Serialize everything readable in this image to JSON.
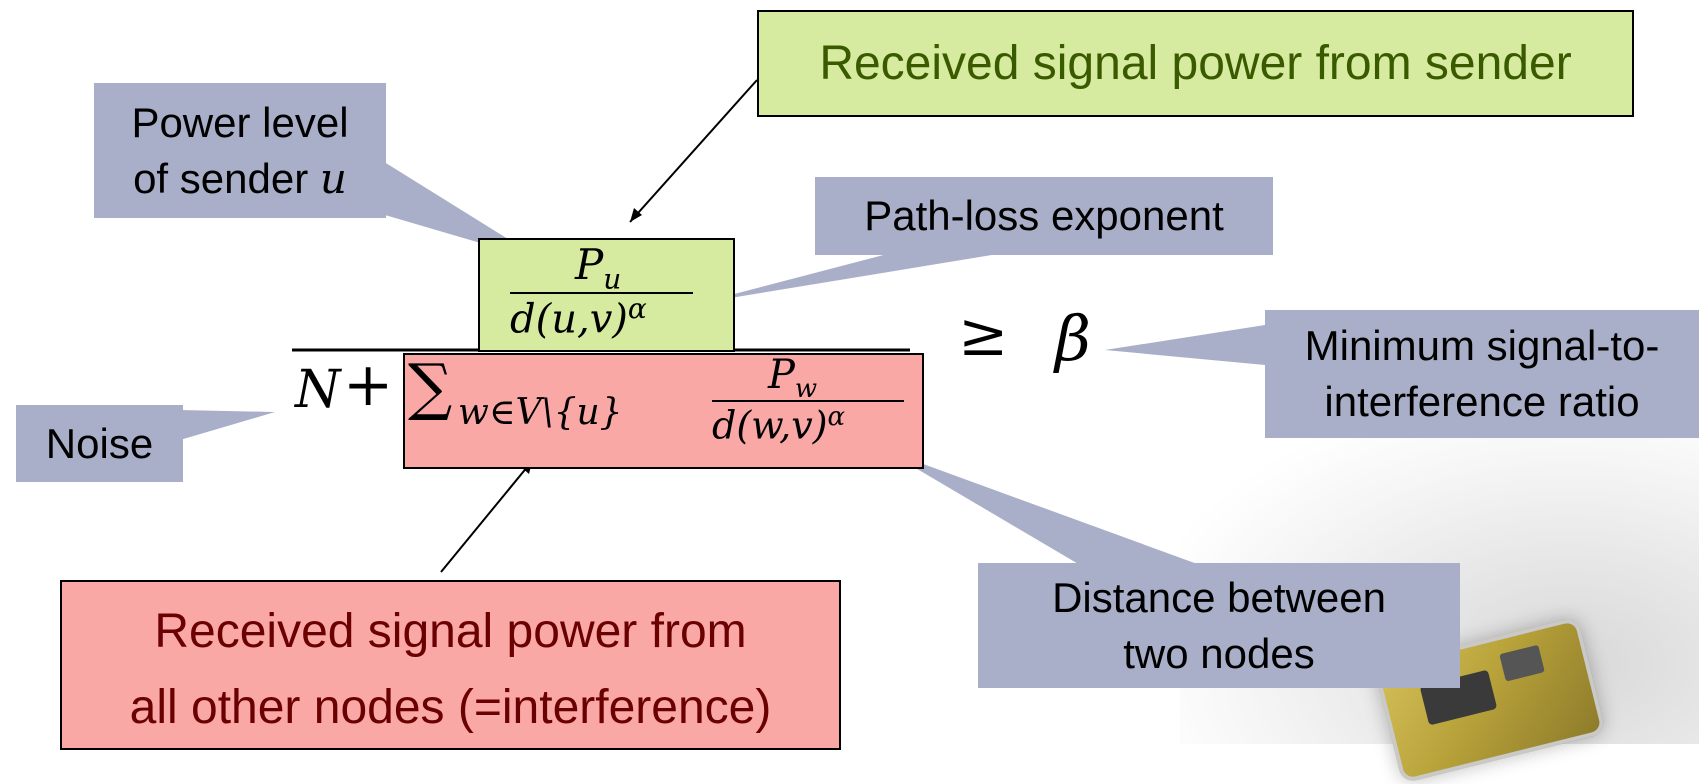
{
  "callouts": {
    "power_level": [
      "Power level",
      "of sender "
    ],
    "power_level_var": "u",
    "path_loss": "Path-loss exponent",
    "min_sir": [
      "Minimum signal-to-",
      "interference ratio"
    ],
    "noise": "Noise",
    "distance": [
      "Distance between",
      "two nodes"
    ]
  },
  "labels": {
    "received_sender": "Received signal power from sender",
    "received_others": [
      "Received signal power from",
      "all other nodes (=interference)"
    ]
  },
  "formula": {
    "numerator_num": "P",
    "numerator_num_sub": "u",
    "numerator_den": "d(u,v)",
    "numerator_den_sup": "α",
    "noise": "N",
    "plus": "+",
    "sum": "∑",
    "sum_sub": "w∈V\\{u}",
    "sum_term_num": "P",
    "sum_term_num_sub": "w",
    "sum_term_den": "d(w,v)",
    "sum_term_den_sup": "α",
    "geq": "≥",
    "beta": "β"
  },
  "colors": {
    "callout_bg": "#a9afc8",
    "green_fill": "#d6eaa0",
    "green_text": "#3a5a00",
    "red_fill": "#f9a8a6",
    "red_text": "#6a0000"
  }
}
